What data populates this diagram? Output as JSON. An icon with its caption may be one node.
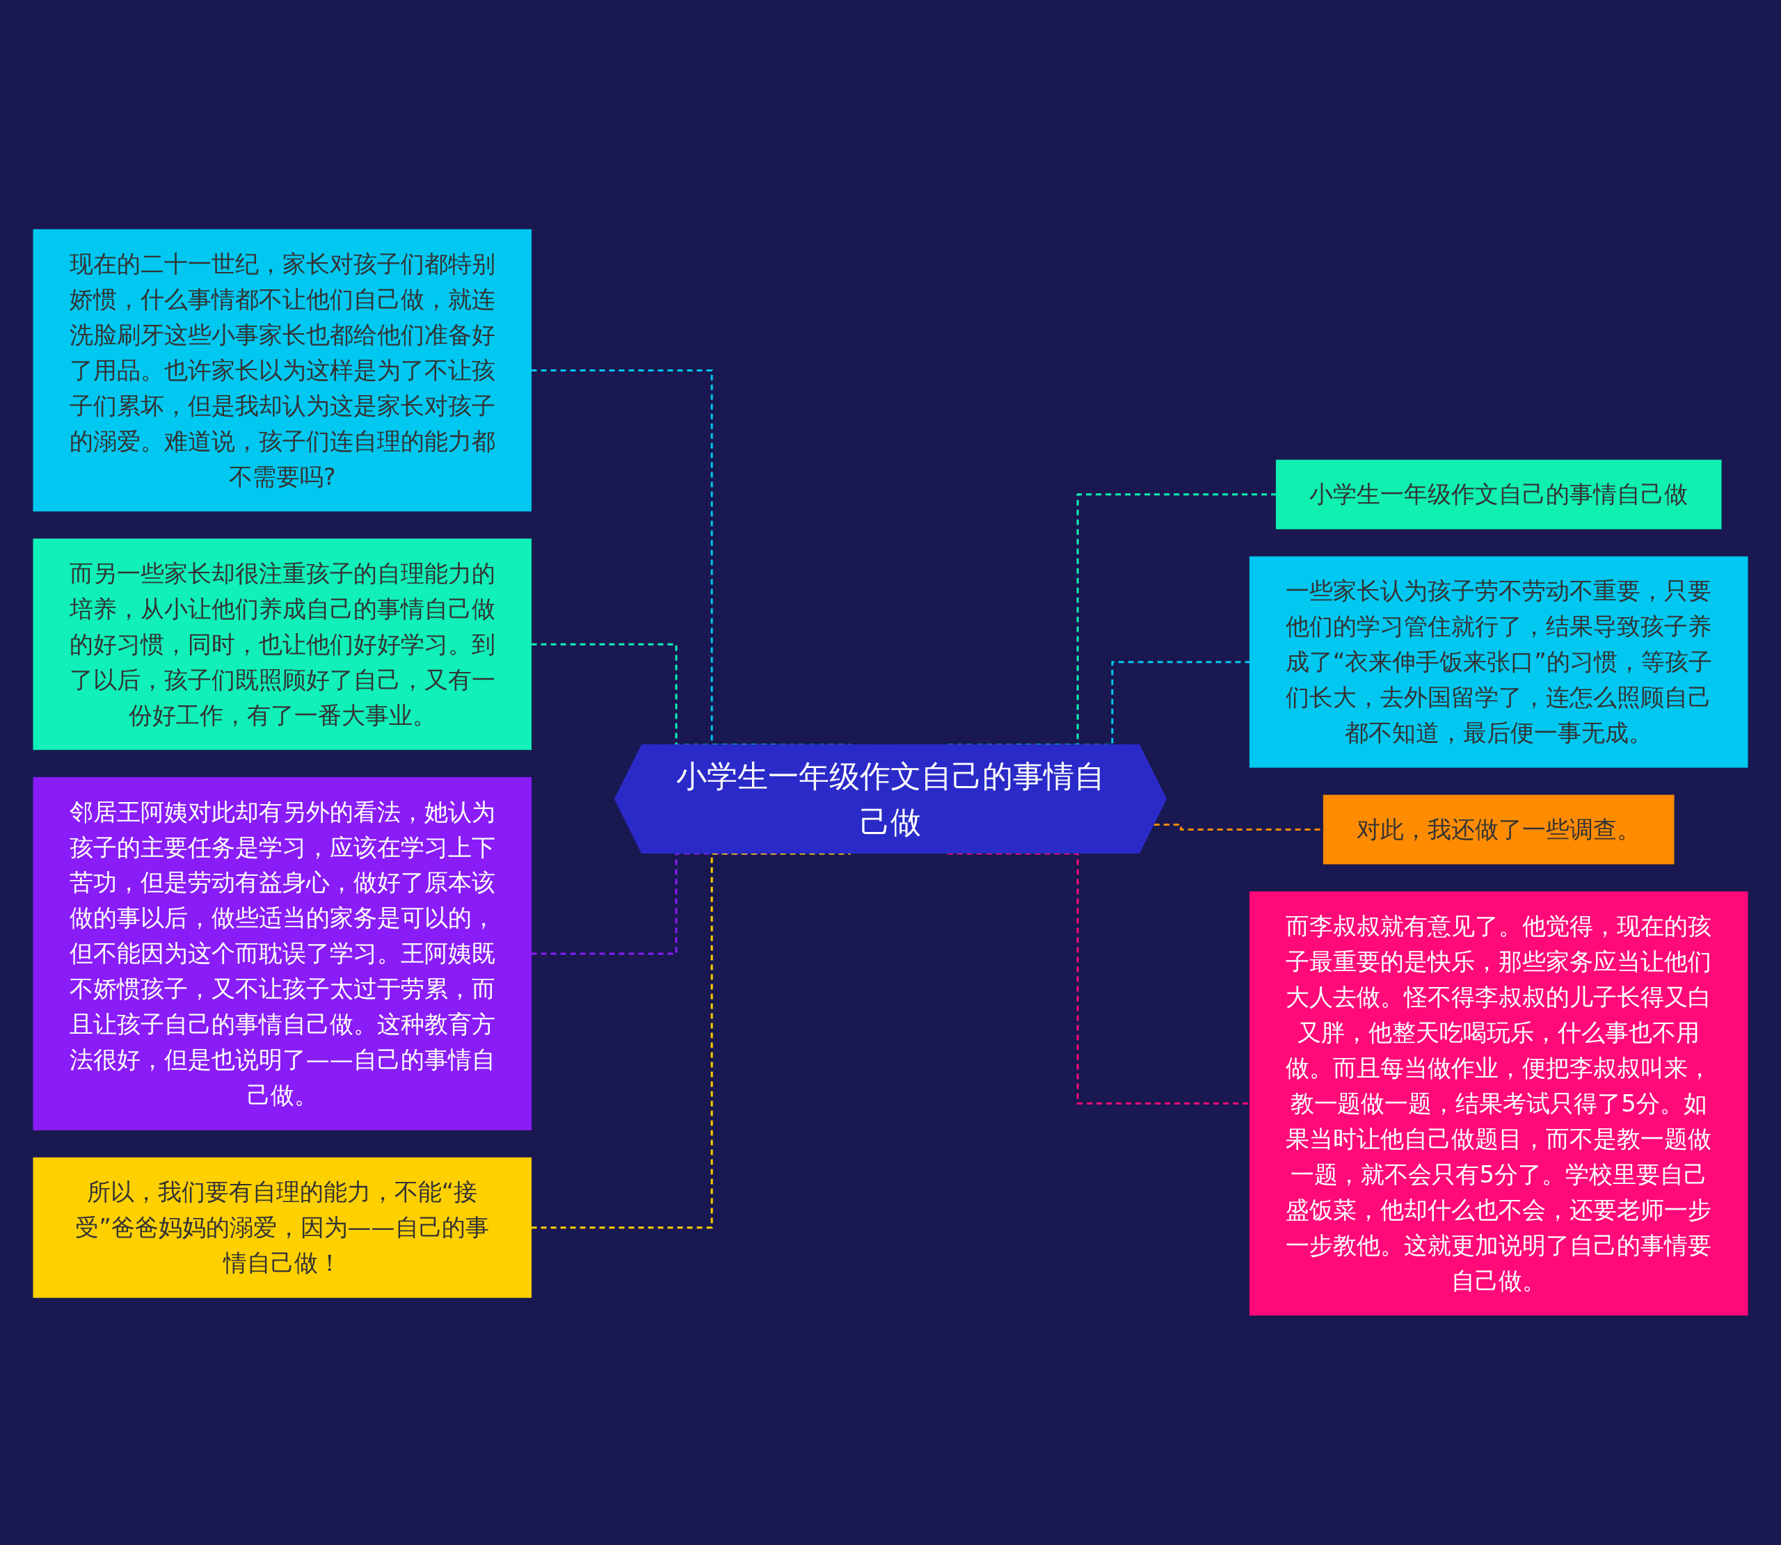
{
  "diagram": {
    "nodes": [
      {
        "text": [
          "小学生一年级作文自己的事情自己做"
        ]
      },
      {
        "text": [
          "现在的二十一世纪，家长对孩子们都特别娇惯，什么事情都不让他们自己做，就连洗脸刷牙这些小事家长也都给他们准备好了用品。也许家长以为这样是为了不让孩子们累坏，但是我却认为这是家长对孩子的溺爱。难道说，孩子们连自理的能力都不需要吗?"
        ]
      },
      {
        "text": [
          "而另一些家长却很注重孩子的自理能力的培养，从小让他们养成自己的事情自己做的好习惯，同时，也让他们好好学习。到了以后，孩子们既照顾好了自己，又有一份好工作，有了一番大事业。"
        ]
      },
      {
        "text": [
          "邻居王阿姨对此却有另外的看法，她认为孩子的主要任务是学习，应该在学习上下苦功，但是劳动有益身心，做好了原本该做的事以后，做些适当的家务是可以的，但不能因为这个而耽误了学习。王阿姨既不娇惯孩子，又不让孩子太过于劳累，而且让孩子自己的事情自己做。这种教育方法很好，但是也说明了——自己的事情自己做。"
        ]
      },
      {
        "text": [
          "所以，我们要有自理的能力，不能“接受”爸爸妈妈的溺爱，因为——自己的事情自己做！"
        ]
      },
      {
        "text": [
          "小学生一年级作文自己的事情自己做"
        ]
      },
      {
        "text": [
          "一些家长认为孩子劳不劳动不重要，只要他们的学习管住就行了，结果导致孩子养成了“衣来伸手饭来张口”的习惯，等孩子们长大，去外国留学了，连怎么照顾自己都不知道，最后便一事无成。"
        ]
      },
      {
        "text": [
          "对此，我还做了一些调查。"
        ]
      },
      {
        "text": [
          "而李叔叔就有意见了。他觉得，现在的孩子最重要的是快乐，那些家务应当让他们大人去做。怪不得李叔叔的儿子长得又白又胖，他整天吃喝玩乐，什么事也不用做。而且每当做作业，便把李叔叔叫来，教一题做一题，结果考试只得了5分。如果当时让他自己做题目，而不是教一题做一题，就不会只有5分了。学校里要自己盛饭菜，他却什么也不会，还要老师一步一步教他。这就更加说明了自己的事情要自己做。"
        ]
      }
    ],
    "edges": [
      {
        "from": 1,
        "to": 0,
        "arrow": "none",
        "style": "dashed",
        "color": "#00c8f0"
      },
      {
        "from": 2,
        "to": 0,
        "arrow": "none",
        "style": "dashed",
        "color": "#10f0b8"
      },
      {
        "from": 3,
        "to": 0,
        "arrow": "none",
        "style": "dashed",
        "color": "#8a1cf7"
      },
      {
        "from": 4,
        "to": 0,
        "arrow": "none",
        "style": "dashed",
        "color": "#ffd000"
      },
      {
        "from": 0,
        "to": 5,
        "arrow": "none",
        "style": "dashed",
        "color": "#10f0b0"
      },
      {
        "from": 0,
        "to": 6,
        "arrow": "none",
        "style": "dashed",
        "color": "#00c8f0"
      },
      {
        "from": 0,
        "to": 7,
        "arrow": "none",
        "style": "dashed",
        "color": "#ff8c00"
      },
      {
        "from": 0,
        "to": 8,
        "arrow": "none",
        "style": "dashed",
        "color": "#ff0a78"
      }
    ]
  }
}
